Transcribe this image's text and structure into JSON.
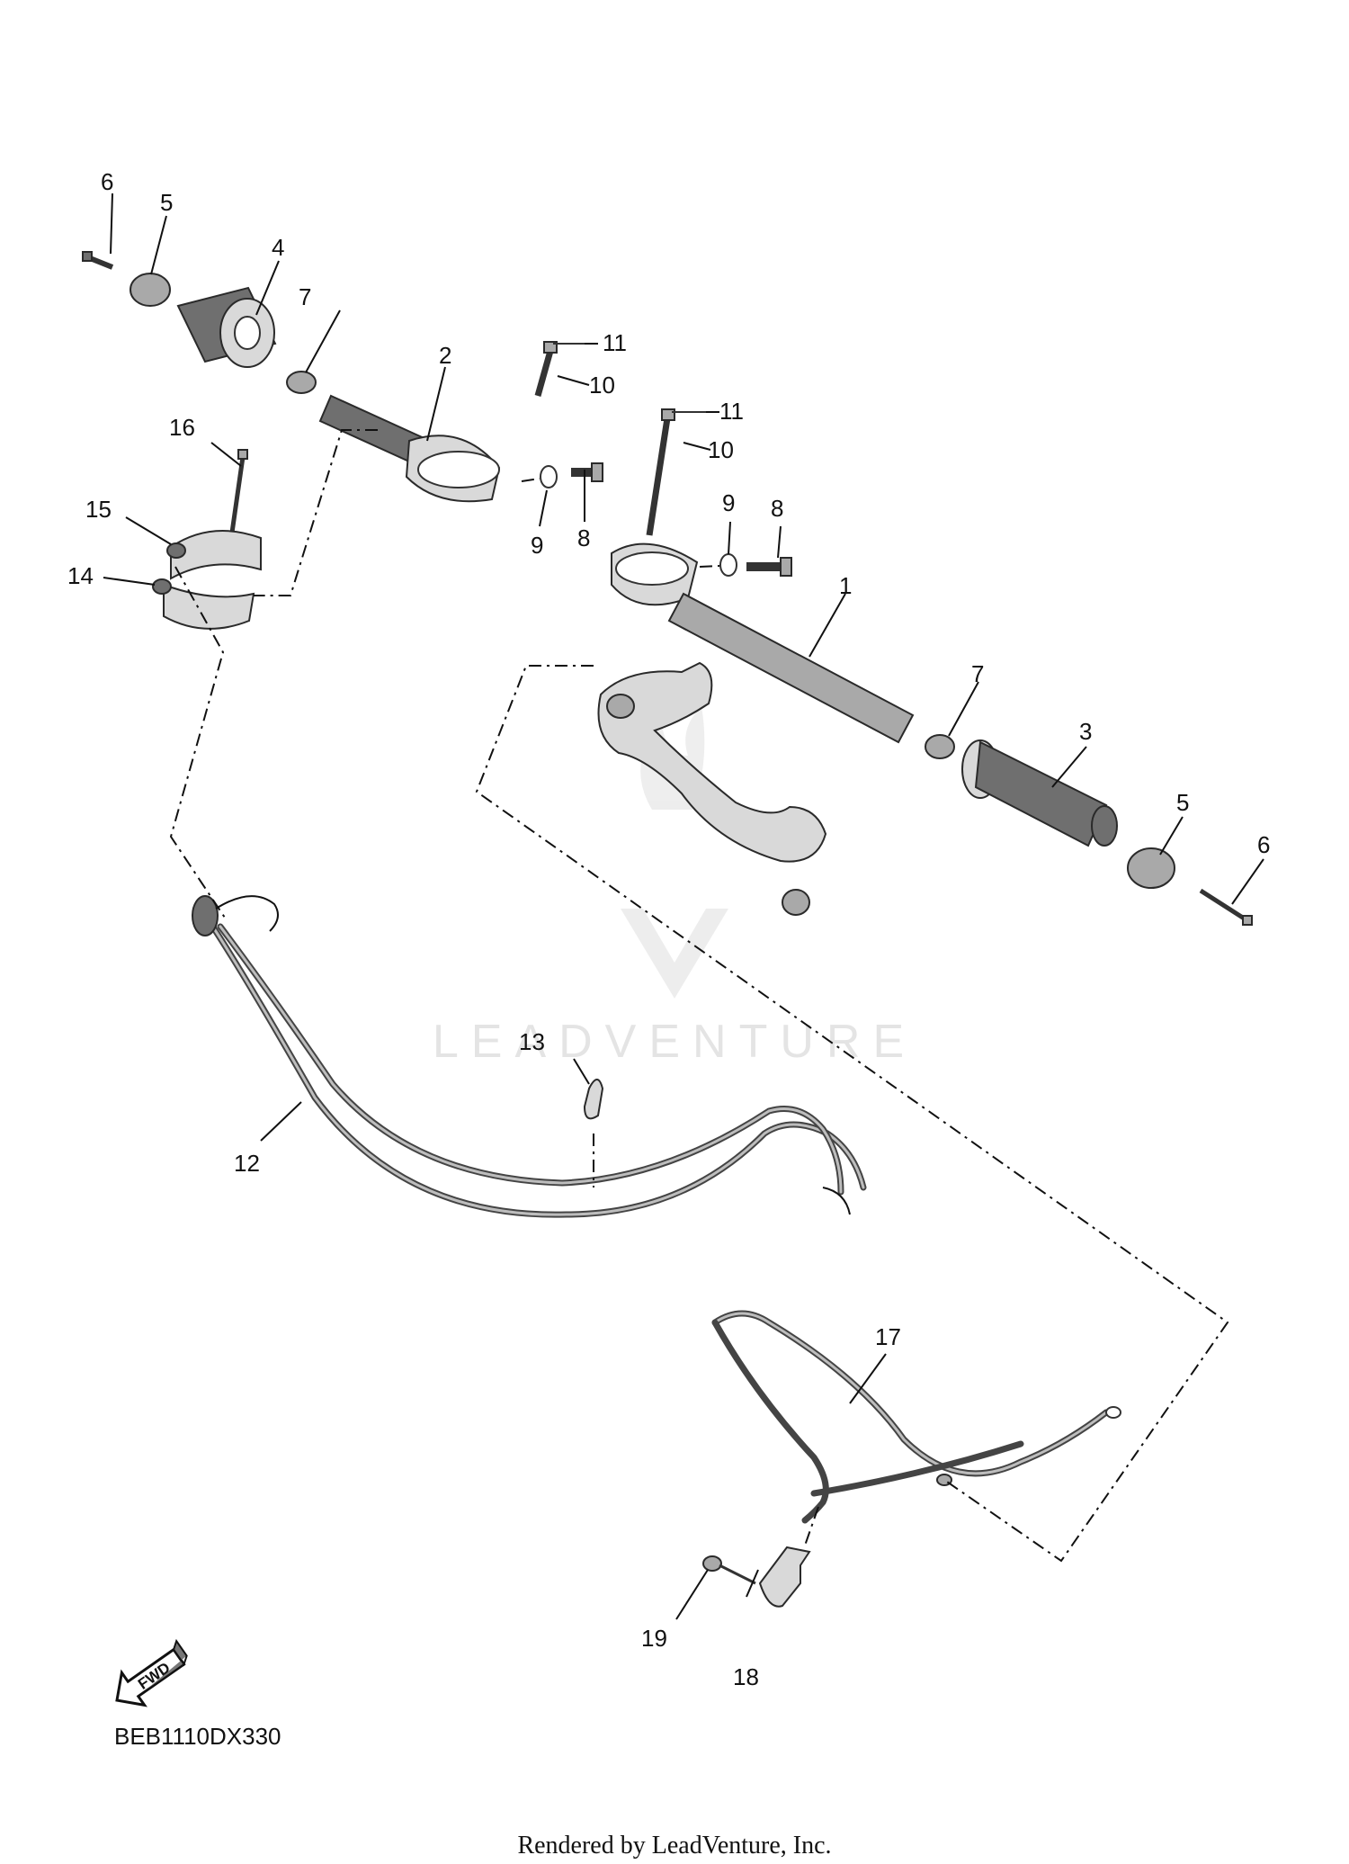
{
  "diagram": {
    "part_code": "BEB1110DX330",
    "footer": "Rendered by LeadVenture, Inc.",
    "watermark": "LEADVENTURE",
    "fwd_label": "FWD",
    "callouts": {
      "c1": "1",
      "c2": "2",
      "c3": "3",
      "c4": "4",
      "c5a": "5",
      "c5b": "5",
      "c6a": "6",
      "c6b": "6",
      "c7a": "7",
      "c7b": "7",
      "c8a": "8",
      "c8b": "8",
      "c9a": "9",
      "c9b": "9",
      "c10a": "10",
      "c10b": "10",
      "c11a": "11",
      "c11b": "11",
      "c12": "12",
      "c13": "13",
      "c14": "14",
      "c15": "15",
      "c16": "16",
      "c17": "17",
      "c18": "18",
      "c19": "19"
    }
  }
}
